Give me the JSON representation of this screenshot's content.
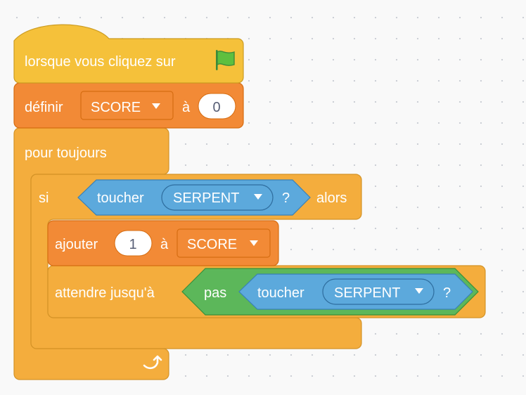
{
  "event_block": {
    "label": "lorsque vous cliquez sur",
    "icon": "green-flag-icon"
  },
  "set_block": {
    "label": "définir",
    "variable": "SCORE",
    "connector": "à",
    "value": "0"
  },
  "forever_block": {
    "label": "pour toujours",
    "loop_icon": "loop-arrow-icon"
  },
  "if_block": {
    "label_if": "si",
    "label_then": "alors"
  },
  "touching_1": {
    "label": "toucher",
    "target": "SERPENT",
    "question": "?"
  },
  "change_block": {
    "label": "ajouter",
    "value": "1",
    "connector": "à",
    "variable": "SCORE"
  },
  "wait_until_block": {
    "label": "attendre jusqu'à"
  },
  "not_block": {
    "label": "pas"
  },
  "touching_2": {
    "label": "toucher",
    "target": "SERPENT",
    "question": "?"
  },
  "colors": {
    "events": "#f5c13a",
    "variables": "#f28a36",
    "control": "#f4ad3d",
    "sensing": "#5ca9dc",
    "operators": "#5cb75a"
  }
}
